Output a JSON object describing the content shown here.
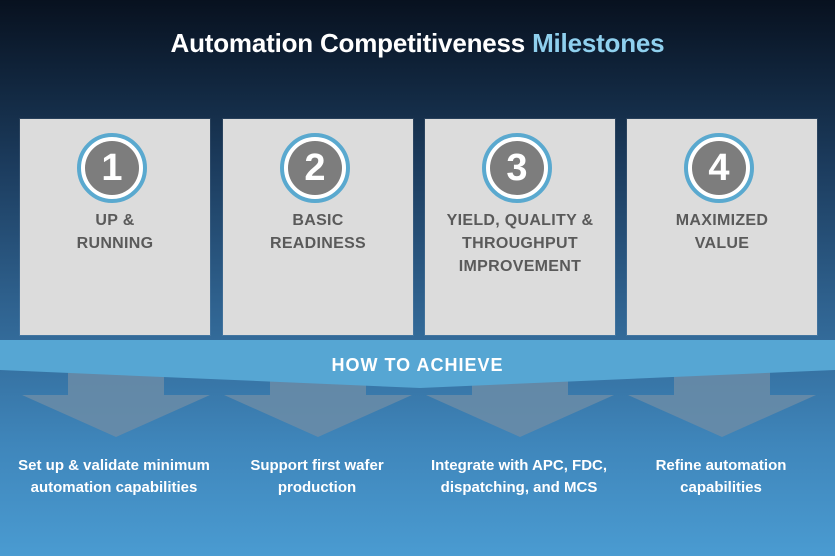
{
  "title": {
    "main": "Automation Competitiveness",
    "accent": "Milestones"
  },
  "milestones": [
    {
      "number": "1",
      "label": "UP & RUNNING",
      "description": "Set up & validate minimum automation capabilities"
    },
    {
      "number": "2",
      "label": "BASIC READINESS",
      "description": "Support first wafer production"
    },
    {
      "number": "3",
      "label": "YIELD, QUALITY & THROUGHPUT IMPROVEMENT",
      "description": "Integrate with APC, FDC, dispatching, and MCS"
    },
    {
      "number": "4",
      "label": "MAXIMIZED VALUE",
      "description": "Refine automation capabilities"
    }
  ],
  "band": {
    "label": "HOW TO ACHIEVE"
  },
  "colors": {
    "accent": "#8fd0ee",
    "band": "#56a6d3",
    "card": "#dcdcdc",
    "circle": "#7d7d7d",
    "ring": "#5aa9cf"
  }
}
